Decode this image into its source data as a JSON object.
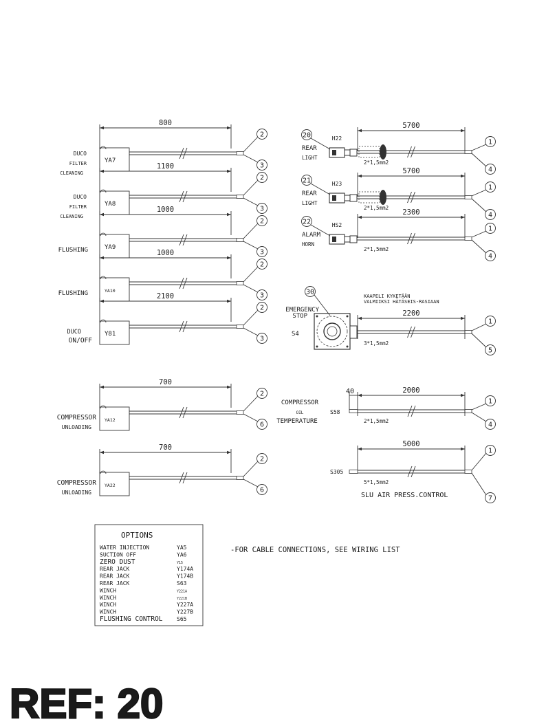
{
  "colors": {
    "ink": "#1a1a1a",
    "line": "#333333",
    "ref_fill": "#e00000",
    "ref_stroke": "#111111"
  },
  "left_cables": [
    {
      "id": "duco-filter-cleaning-1",
      "label": [
        "DUCO",
        "FILTER",
        "CLEANING"
      ],
      "code": "YA7",
      "length": "800",
      "top": "2",
      "bottom": "3"
    },
    {
      "id": "duco-filter-cleaning-2",
      "label": [
        "DUCO",
        "FILTER",
        "CLEANING"
      ],
      "code": "YA8",
      "length": "1100",
      "top": "2",
      "bottom": "3"
    },
    {
      "id": "flushing-1",
      "label": [
        "FLUSHING"
      ],
      "code": "YA9",
      "length": "1000",
      "top": "2",
      "bottom": "3"
    },
    {
      "id": "flushing-2",
      "label": [
        "FLUSHING"
      ],
      "code": "YA10",
      "length": "1000",
      "top": "2",
      "bottom": "3"
    },
    {
      "id": "duco-onoff",
      "label": [
        "DUCO",
        "ON/OFF"
      ],
      "code": "Y81",
      "length": "2100",
      "top": "2",
      "bottom": "3"
    },
    {
      "id": "compressor-unloading-1",
      "label": [
        "COMPRESSOR",
        "UNLOADING"
      ],
      "code": "YA12",
      "length": "700",
      "top": "2",
      "bottom": "6"
    },
    {
      "id": "compressor-unloading-2",
      "label": [
        "COMPRESSOR",
        "UNLOADING"
      ],
      "code": "YA22",
      "length": "700",
      "top": "2",
      "bottom": "6"
    }
  ],
  "right_cables": [
    {
      "id": "rear-light-1",
      "num": "20",
      "label": [
        "REAR",
        "LIGHT"
      ],
      "code": "H22",
      "length": "5700",
      "spec": "2*1,5mm2",
      "top": "1",
      "bottom": "4"
    },
    {
      "id": "rear-light-2",
      "num": "21",
      "label": [
        "REAR",
        "LIGHT"
      ],
      "code": "H23",
      "length": "5700",
      "spec": "2*1,5mm2",
      "top": "1",
      "bottom": "4"
    },
    {
      "id": "alarm-horn",
      "num": "22",
      "label": [
        "ALARM",
        "HORN"
      ],
      "code": "HS2",
      "length": "2300",
      "spec": "2*1,5mm2",
      "top": "1",
      "bottom": "4"
    }
  ],
  "emergency": {
    "num": "30",
    "label": [
      "EMERGENCY",
      "STOP"
    ],
    "code": "S4",
    "note": [
      "KAAPELI KYKETÄÄN",
      "VALMIIKSI HÄTÄSEIS-RASIAAN"
    ],
    "length": "2200",
    "spec": "3*1,5mm2",
    "top": "1",
    "bottom": "5"
  },
  "compressor_oil": {
    "label": [
      "COMPRESSOR",
      "OIL",
      "TEMPERATURE"
    ],
    "code": "S58",
    "short_length": "40",
    "length": "2000",
    "spec": "2*1,5mm2",
    "top": "1",
    "bottom": "4"
  },
  "slu": {
    "code": "S305",
    "length": "5000",
    "spec": "5*1,5mm2",
    "caption": "SLU AIR PRESS.CONTROL",
    "top": "1",
    "bottom": "7"
  },
  "options": {
    "title": "OPTIONS",
    "rows": [
      {
        "name": "WATER INJECTION",
        "code": "YA5"
      },
      {
        "name": "SUCTION OFF",
        "code": "YA6"
      },
      {
        "name": "ZERO DUST",
        "code": "Y15"
      },
      {
        "name": "REAR JACK",
        "code": "Y174A"
      },
      {
        "name": "REAR JACK",
        "code": "Y174B"
      },
      {
        "name": "REAR JACK",
        "code": "S63"
      },
      {
        "name": "WINCH",
        "code": "Y221A"
      },
      {
        "name": "WINCH",
        "code": "Y221B"
      },
      {
        "name": "WINCH",
        "code": "Y227A"
      },
      {
        "name": "WINCH",
        "code": "Y227B"
      },
      {
        "name": "FLUSHING CONTROL",
        "code": "S65"
      }
    ]
  },
  "note": "-FOR CABLE CONNECTIONS, SEE WIRING LIST",
  "ref_label": "REF: 20"
}
